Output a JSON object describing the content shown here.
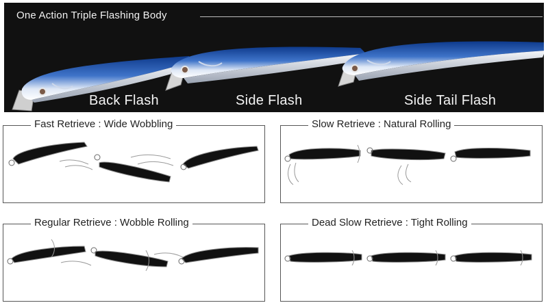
{
  "hero": {
    "title": "One Action Triple Flashing Body",
    "labels": [
      "Back Flash",
      "Side Flash",
      "Side Tail Flash"
    ]
  },
  "panels": {
    "fast": "Fast Retrieve : Wide Wobbling",
    "slow": "Slow Retrieve : Natural Rolling",
    "regular": "Regular Retrieve : Wobble Rolling",
    "dead_slow": "Dead Slow Retrieve : Tight Rolling"
  }
}
